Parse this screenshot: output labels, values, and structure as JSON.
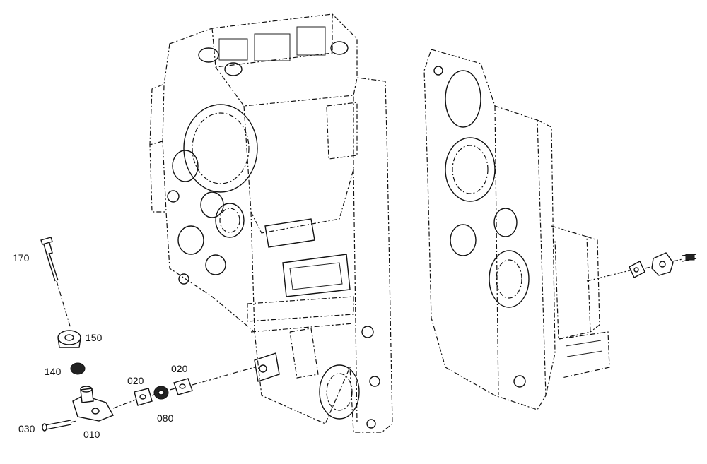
{
  "diagram": {
    "part_labels": {
      "p170": "170",
      "p150": "150",
      "p140": "140",
      "p020a": "020",
      "p020b": "020",
      "p080": "080",
      "p030": "030",
      "p010": "010"
    }
  },
  "colors": {
    "ink": "#111111",
    "background": "#ffffff"
  }
}
